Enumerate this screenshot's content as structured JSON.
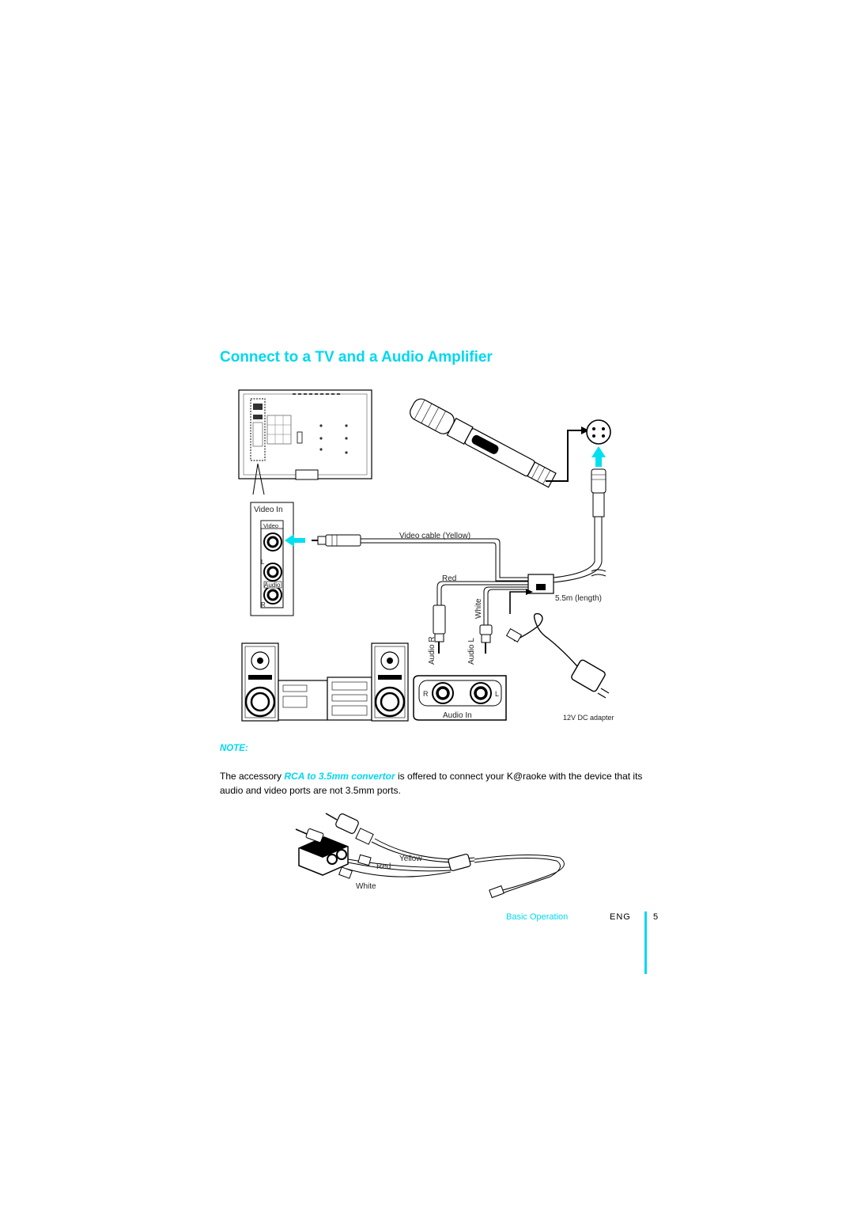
{
  "page": {
    "title": "Connect to a TV and a Audio Amplifier",
    "note_heading": "NOTE:",
    "note_text_before": "The accessory ",
    "note_highlight": "RCA to 3.5mm convertor",
    "note_text_after": " is offered to connect your K@raoke with the device that its audio and video ports are not 3.5mm ports."
  },
  "diagram": {
    "tv_panel_label": "Video In",
    "tv_video_port_label": "Video",
    "tv_left_marker": "L",
    "tv_audio_port_label": "Audio",
    "tv_right_marker": "R",
    "video_cable_label": "Video cable (Yellow)",
    "red_label": "Red",
    "white_label": "White",
    "length_label": "5.5m (length)",
    "audio_r_label": "Audio R",
    "audio_l_label": "Audio L",
    "amp_r_marker": "R",
    "amp_l_marker": "L",
    "amp_panel_label": "Audio In",
    "adapter_label": "12V DC adapter"
  },
  "convertor": {
    "yellow_label": "Yellow",
    "red_label": "Red",
    "white_label": "White"
  },
  "footer": {
    "section": "Basic Operation",
    "language": "ENG",
    "page_number": "5"
  },
  "colors": {
    "accent": "#00d8f0",
    "arrow": "#00e0f0",
    "line": "#000000"
  }
}
